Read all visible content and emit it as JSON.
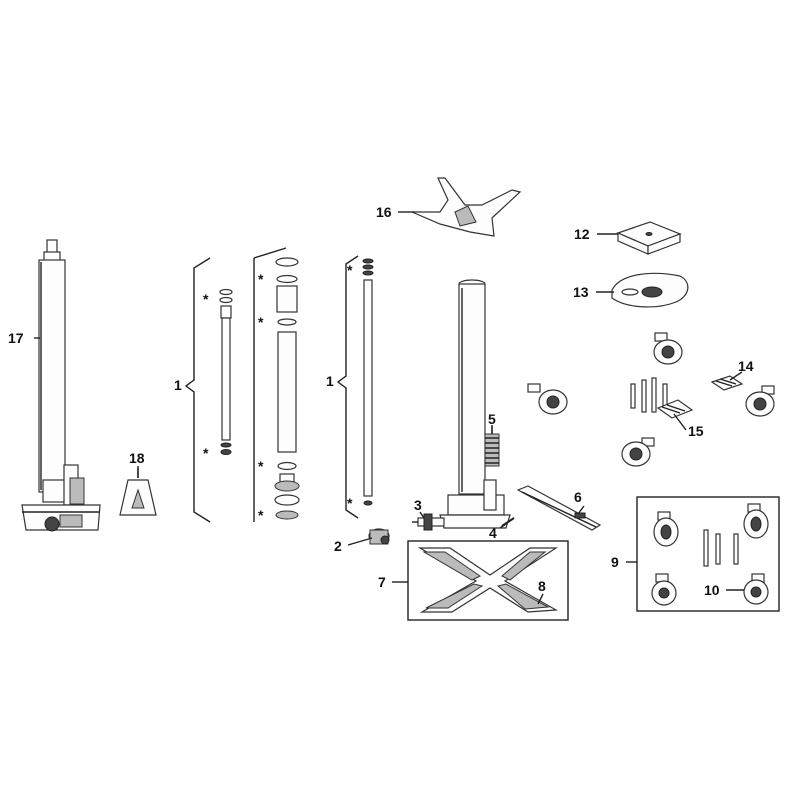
{
  "callouts": {
    "c1a": "1",
    "c1b": "1",
    "c2": "2",
    "c3": "3",
    "c4": "4",
    "c5": "5",
    "c6": "6",
    "c7": "7",
    "c8": "8",
    "c9": "9",
    "c10": "10",
    "c12": "12",
    "c13": "13",
    "c14": "14",
    "c15": "15",
    "c16": "16",
    "c17": "17",
    "c18": "18"
  },
  "asterisk": "*"
}
